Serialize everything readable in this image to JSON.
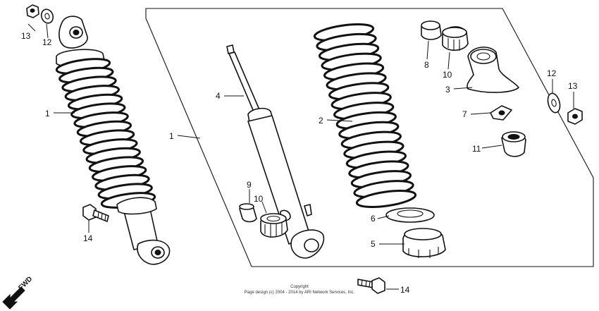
{
  "diagram": {
    "callouts": {
      "c13_left": "13",
      "c12_left": "12",
      "c1_assembly": "1",
      "c14_left": "14",
      "c1_frame": "1",
      "c4": "4",
      "c9": "9",
      "c10_lower": "10",
      "c2": "2",
      "c6": "6",
      "c5": "5",
      "c8": "8",
      "c10_upper": "10",
      "c3": "3",
      "c7": "7",
      "c11": "11",
      "c12_right": "12",
      "c13_right": "13",
      "c14_bottom": "14"
    },
    "fwd_label": "FWD",
    "copyright_title": "Copyright",
    "copyright_line": "Page design (c) 2004 - 2014 by ARI Network Services, Inc."
  }
}
